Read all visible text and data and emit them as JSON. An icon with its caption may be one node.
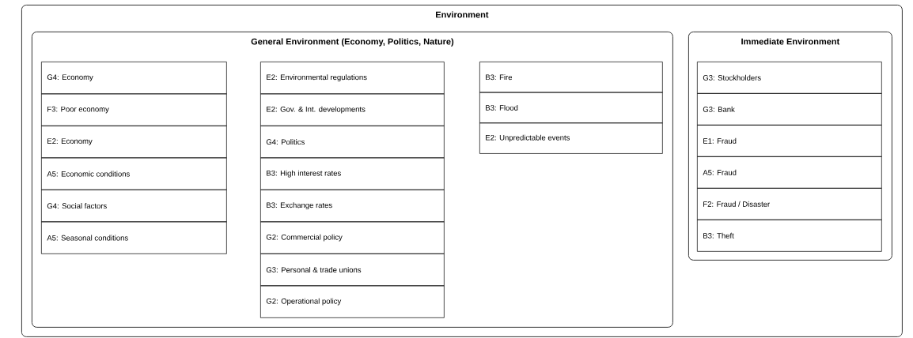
{
  "diagram": {
    "nodes": [
      {
        "text": [
          "Environment"
        ]
      },
      {
        "text": [
          "General Environment (Economy, Politics, Nature)"
        ],
        "in": 0
      },
      {
        "text": [
          "G4: Economy"
        ],
        "in": 1
      },
      {
        "text": [
          "F3: Poor economy"
        ],
        "in": 1
      },
      {
        "text": [
          "E2: Economy"
        ],
        "in": 1
      },
      {
        "text": [
          "A5: Economic conditions"
        ],
        "in": 1
      },
      {
        "text": [
          "G4: Social factors"
        ],
        "in": 1
      },
      {
        "text": [
          "A5: Seasonal conditions"
        ],
        "in": 1
      },
      {
        "text": [
          "E2: Environmental regulations"
        ],
        "in": 1
      },
      {
        "text": [
          "E2: Gov. & Int. developments"
        ],
        "in": 1
      },
      {
        "text": [
          "G4: Politics"
        ],
        "in": 1
      },
      {
        "text": [
          "B3: High interest rates"
        ],
        "in": 1
      },
      {
        "text": [
          "B3: Exchange rates"
        ],
        "in": 1
      },
      {
        "text": [
          "G2: Commercial policy"
        ],
        "in": 1
      },
      {
        "text": [
          "G3: Personal & trade unions"
        ],
        "in": 1
      },
      {
        "text": [
          "G2: Operational policy"
        ],
        "in": 1
      },
      {
        "text": [
          "B3: Fire"
        ],
        "in": 1
      },
      {
        "text": [
          "B3: Flood"
        ],
        "in": 1
      },
      {
        "text": [
          "E2: Unpredictable events"
        ],
        "in": 1
      },
      {
        "text": [
          "Immediate Environment"
        ],
        "in": 0
      },
      {
        "text": [
          "G3: Stockholders"
        ],
        "in": 19
      },
      {
        "text": [
          "G3: Bank"
        ],
        "in": 19
      },
      {
        "text": [
          "E1: Fraud"
        ],
        "in": 19
      },
      {
        "text": [
          "A5: Fraud"
        ],
        "in": 19
      },
      {
        "text": [
          "F2: Fraud / Disaster"
        ],
        "in": 19
      },
      {
        "text": [
          "B3: Theft"
        ],
        "in": 19
      }
    ]
  }
}
